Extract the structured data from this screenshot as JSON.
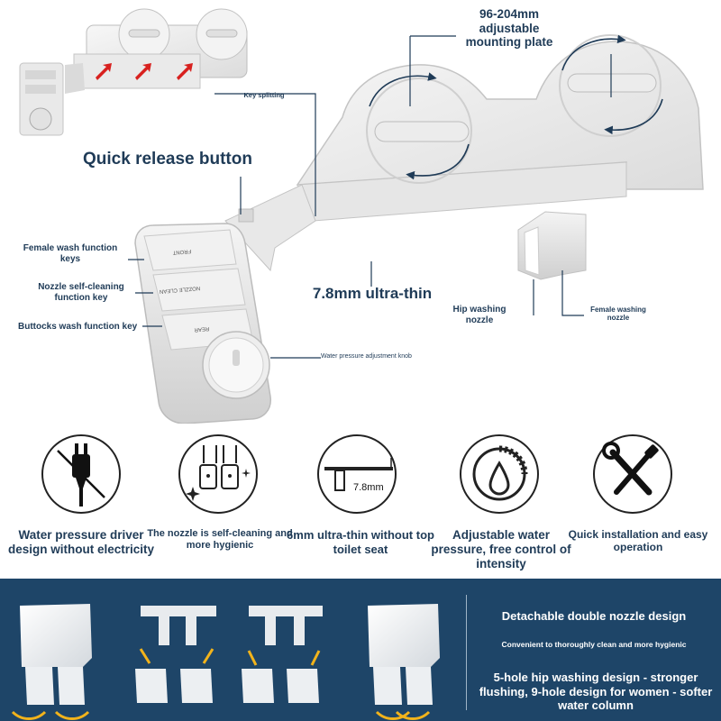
{
  "callouts": {
    "plate_range": "96-204mm",
    "plate_adjustable": "adjustable",
    "plate_mounting": "mounting plate",
    "key_splitting": "Key splitting",
    "quick_release": "Quick release button",
    "female_wash_keys": "Female wash function keys",
    "nozzle_clean_keys": "Nozzle self-cleaning function key",
    "buttocks_key": "Buttocks wash function key",
    "ultra_thin": "7.8mm ultra-thin",
    "hip_nozzle": "Hip washing nozzle",
    "female_nozzle": "Female washing nozzle",
    "pressure_knob": "Water pressure adjustment knob"
  },
  "panel_keys": {
    "front": "FRONT",
    "nozzle_clean": "NOZZLE CLEAN",
    "rear": "REAR"
  },
  "features": [
    {
      "icon": "plug-icon",
      "text": "Water pressure driver design without electricity"
    },
    {
      "icon": "nozzle-sparkle-icon",
      "text": "The nozzle is self-cleaning and more hygienic"
    },
    {
      "icon": "thin-profile-icon",
      "text": "6mm ultra-thin without top toilet seat",
      "badge": "7.8mm"
    },
    {
      "icon": "pressure-dial-icon",
      "text": "Adjustable water pressure, free control of intensity"
    },
    {
      "icon": "tools-icon",
      "text": "Quick installation and easy operation"
    }
  ],
  "band": {
    "title": "Detachable double nozzle design",
    "subtitle": "Convenient to thoroughly clean and more hygienic",
    "body": "5-hole hip washing design - stronger flushing, 9-hole design for women - softer water column"
  },
  "colors": {
    "navy": "#1e4568",
    "label_text": "#1f3b57",
    "accent_yellow": "#f2b31b",
    "accent_red": "#d8211f"
  }
}
